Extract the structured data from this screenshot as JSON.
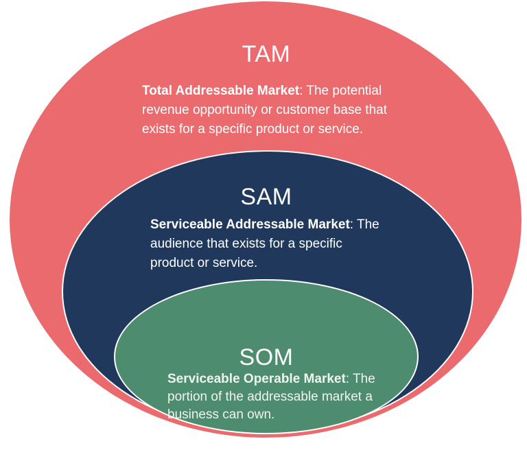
{
  "canvas": {
    "background": "#FFFFFF",
    "stroke_color": "#FFFFFF",
    "text_color": "#FFFFFF"
  },
  "rings": [
    {
      "id": "tam",
      "label": "TAM",
      "color": "#EA6A6E",
      "term": "Total Addressable Market",
      "term_suffix": ": The potential",
      "line2": "revenue opportunity or customer base that",
      "line3": "exists for a specific product or service."
    },
    {
      "id": "sam",
      "label": "SAM",
      "color": "#20385C",
      "term": "Serviceable Addressable Market",
      "term_suffix": ": The",
      "line2": "audience that exists for a specific",
      "line3": "product or service."
    },
    {
      "id": "som",
      "label": "SOM",
      "color": "#4E8C70",
      "term": "Serviceable Operable Market",
      "term_suffix": ": The",
      "line2": "portion of the addressable market a",
      "line3": "business can own."
    }
  ]
}
